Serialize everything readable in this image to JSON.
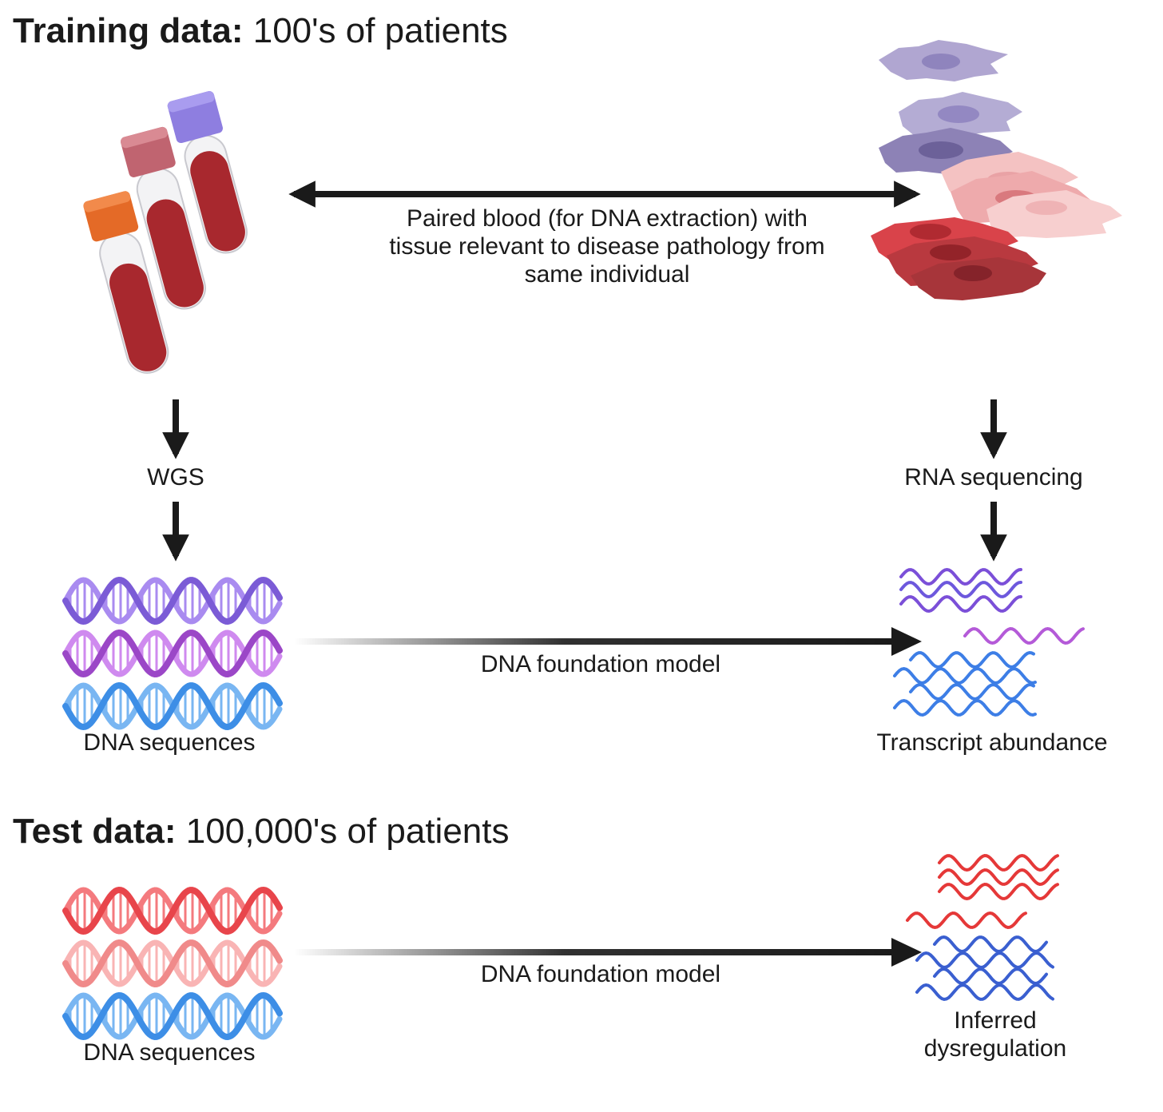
{
  "training": {
    "heading_bold": "Training data:",
    "heading_rest": "100's of patients",
    "paired_caption_line1": "Paired blood (for DNA extraction) with",
    "paired_caption_line2": "tissue relevant to disease pathology from",
    "paired_caption_line3": "same individual",
    "left_step": "WGS",
    "right_step": "RNA sequencing",
    "dna_label": "DNA sequences",
    "model_label": "DNA foundation model",
    "output_label": "Transcript abundance"
  },
  "test": {
    "heading_bold": "Test data:",
    "heading_rest": "100,000's of patients",
    "dna_label": "DNA sequences",
    "model_label": "DNA foundation model",
    "output_label_line1": "Inferred",
    "output_label_line2": "dysregulation"
  },
  "colors": {
    "arrow": "#1a1a1a",
    "blood": "#a8282e",
    "dna_purple": "#7b5bd6",
    "dna_violet": "#b45ad8",
    "dna_blue": "#3d8ee6",
    "dna_red": "#e8454b",
    "dna_pink": "#f08a8a",
    "rna_red": "#e53838",
    "rna_blue": "#3a5fd0"
  }
}
